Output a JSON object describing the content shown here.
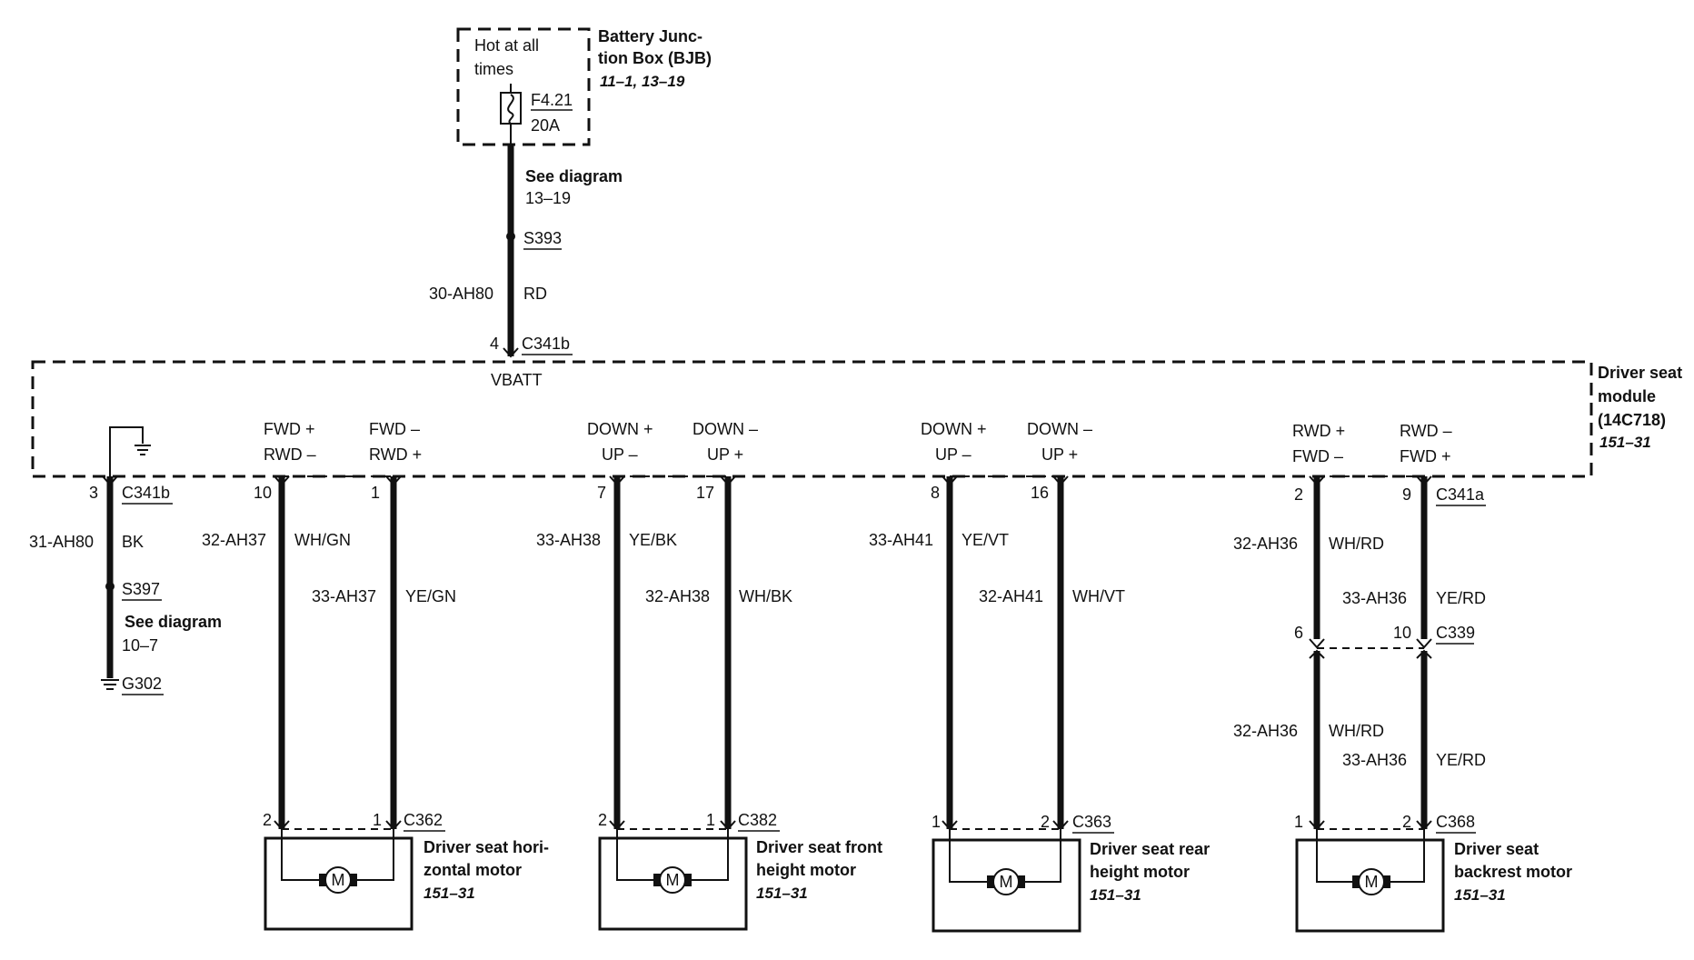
{
  "bjb": {
    "hot1": "Hot at all",
    "hot2": "times",
    "fuse": "F4.21",
    "amp": "20A",
    "name1": "Battery Junc-",
    "name2": "tion Box (BJB)",
    "ref": "11–1, 13–19"
  },
  "feed": {
    "see": "See diagram",
    "see_ref": "13–19",
    "splice": "S393",
    "circuit": "30-AH80",
    "color": "RD",
    "pin": "4",
    "connector": "C341b",
    "vbatt": "VBATT"
  },
  "module": {
    "name1": "Driver seat",
    "name2": "module",
    "name3": "(14C718)",
    "ref": "151–31"
  },
  "ground": {
    "pin": "3",
    "connector": "C341b",
    "circuit": "31-AH80",
    "color": "BK",
    "splice": "S397",
    "see": "See diagram",
    "see_ref": "10–7",
    "ground_id": "G302"
  },
  "motors": [
    {
      "fn_a1": "FWD +",
      "fn_a2": "RWD –",
      "fn_b1": "FWD –",
      "fn_b2": "RWD +",
      "pin_a": "10",
      "pin_b": "1",
      "circ_a": "32-AH37",
      "col_a": "WH/GN",
      "circ_b": "33-AH37",
      "col_b": "YE/GN",
      "mpin_a": "2",
      "mpin_b": "1",
      "connector": "C362",
      "name1": "Driver seat hori-",
      "name2": "zontal motor",
      "ref": "151–31",
      "symbol": "M"
    },
    {
      "fn_a1": "DOWN +",
      "fn_a2": "UP –",
      "fn_b1": "DOWN –",
      "fn_b2": "UP +",
      "pin_a": "7",
      "pin_b": "17",
      "circ_a": "33-AH38",
      "col_a": "YE/BK",
      "circ_b": "32-AH38",
      "col_b": "WH/BK",
      "mpin_a": "2",
      "mpin_b": "1",
      "connector": "C382",
      "name1": "Driver seat front",
      "name2": "height motor",
      "ref": "151–31",
      "symbol": "M"
    },
    {
      "fn_a1": "DOWN +",
      "fn_a2": "UP –",
      "fn_b1": "DOWN –",
      "fn_b2": "UP +",
      "pin_a": "8",
      "pin_b": "16",
      "circ_a": "33-AH41",
      "col_a": "YE/VT",
      "circ_b": "32-AH41",
      "col_b": "WH/VT",
      "mpin_a": "1",
      "mpin_b": "2",
      "connector": "C363",
      "name1": "Driver seat rear",
      "name2": "height motor",
      "ref": "151–31",
      "symbol": "M"
    },
    {
      "fn_a1": "RWD +",
      "fn_a2": "FWD –",
      "fn_b1": "RWD –",
      "fn_b2": "FWD +",
      "pin_a": "2",
      "pin_b": "9",
      "module_connector": "C341a",
      "circ_a": "32-AH36",
      "col_a": "WH/RD",
      "circ_b": "33-AH36",
      "col_b": "YE/RD",
      "inline_pin_a": "6",
      "inline_pin_b": "10",
      "inline_connector": "C339",
      "circ_a2": "32-AH36",
      "col_a2": "WH/RD",
      "circ_b2": "33-AH36",
      "col_b2": "YE/RD",
      "mpin_a": "1",
      "mpin_b": "2",
      "connector": "C368",
      "name1": "Driver seat",
      "name2": "backrest motor",
      "ref": "151–31",
      "symbol": "M"
    }
  ]
}
